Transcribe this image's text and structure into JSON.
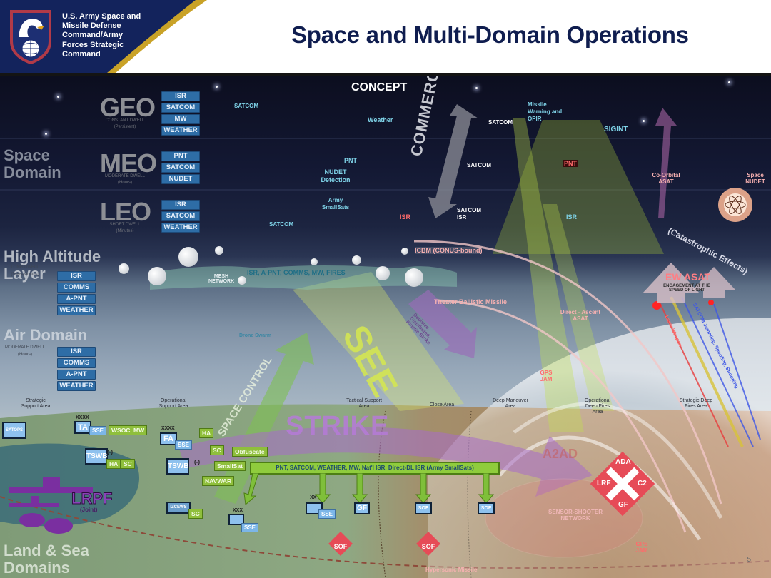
{
  "header": {
    "organization": "U.S. Army Space and Missile Defense Command/Army Forces Strategic Command",
    "title": "Space and Multi-Domain Operations",
    "colors": {
      "banner": "#13235c",
      "gold_stripe": "#c9a227",
      "title": "#0f1d4f"
    }
  },
  "diagram": {
    "heading": "CONCEPT",
    "domains": {
      "space": "Space Domain",
      "high_altitude": "High Altitude Layer",
      "air": "Air Domain",
      "land_sea": "Land & Sea Domains"
    },
    "orbits": [
      {
        "name": "GEO",
        "dwell": "CONSTANT DWELL",
        "note": "(Persistent)",
        "tags": [
          "ISR",
          "SATCOM",
          "MW",
          "WEATHER"
        ]
      },
      {
        "name": "MEO",
        "dwell": "MODERATE DWELL",
        "note": "(Hours)",
        "tags": [
          "PNT",
          "SATCOM",
          "NUDET"
        ]
      },
      {
        "name": "LEO",
        "dwell": "SHORT DWELL",
        "note": "(Minutes)",
        "tags": [
          "ISR",
          "SATCOM",
          "WEATHER"
        ]
      }
    ],
    "high_altitude_layer": {
      "dwell": "LONG DWELL",
      "note": "(Days-Months)",
      "tags": [
        "ISR",
        "COMMS",
        "A-PNT",
        "WEATHER"
      ]
    },
    "air_domain": {
      "dwell": "MODERATE DWELL",
      "note": "(Hours)",
      "tags": [
        "ISR",
        "COMMS",
        "A-PNT",
        "WEATHER"
      ]
    },
    "space_labels": {
      "geo_satcom": "SATCOM",
      "weather": "Weather",
      "satcom_mid": "SATCOM",
      "missile_warning": "Missile Warning and OPIR",
      "sigint": "SIGINT",
      "pnt_meo": "PNT",
      "nudet": "NUDET Detection",
      "meo_satcom": "SATCOM",
      "pnt_adversary": "PNT",
      "co_orbital": "Co-Orbital ASAT",
      "space_nudet": "Space NUDET",
      "catastrophic": "(Catastrophic Effects)",
      "army_smallsats": "Army SmallSats",
      "leo_satcom": "SATCOM",
      "isr_red": "ISR",
      "satcom_isr": "SATCOM ISR",
      "isr_cyan": "ISR",
      "commercial": "COMMERCIAL"
    },
    "air_labels": {
      "mesh_network": "MESH NETWORK",
      "hal_capabilities": "ISR, A-PNT, COMMS, MW, FIRES",
      "drone_swarm": "Drone Swarm",
      "icbm": "ICBM (CONUS-bound)",
      "theater_ballistic": "Theater Ballistic Missile",
      "direct_ascent": "Direct - Ascent ASAT",
      "deep_strike": "Decisive, Distributed, Kinetic Strike",
      "ew_asat": "EW ASAT",
      "ew_asat_sub": "ENGAGEMENT AT THE SPEED OF LIGHT",
      "laser_weapon": "Laser Weapon",
      "satcom_jamming": "SATCOM Jamming, Spoofing, Snooping",
      "gps_jam_air": "GPS JAM",
      "see": "SEE",
      "space_control": "SPACE CONTROL",
      "strike": "STRIKE"
    },
    "areas": [
      "Strategic Support Area",
      "Operational Support Area",
      "Tactical Support Area",
      "Close Area",
      "Deep Maneuver Area",
      "Operational Deep Fires Area",
      "Strategic Deep Fires Area"
    ],
    "units": {
      "satops": "SATOPS",
      "ta": "TA",
      "ta_echelon": "XXXX",
      "fa": "FA",
      "fa_echelon": "XXXX",
      "tswb": "TSWB",
      "tswb_mod": "(-)",
      "izcews": "IZCEWS",
      "sse": "SSE",
      "gf": "GF",
      "sof": "SOF",
      "corps_echelon": "XXX",
      "div_echelon": "XX",
      "lrpf": "LRPF",
      "lrpf_note": "(Joint)"
    },
    "green_tags": {
      "wsoc": "WSOC",
      "mw": "MW",
      "ha1": "HA",
      "sc1": "SC",
      "ha2": "HA",
      "sc2": "SC",
      "obfuscate": "Obfuscate",
      "smallsat": "SmallSat",
      "navwar": "NAVWAR",
      "sc3": "SC"
    },
    "support_bar": "PNT, SATCOM, WEATHER, MW, Nat'l ISR, Direct-DL ISR (Army SmallSats)",
    "threat_cross": {
      "top": "ADA",
      "left": "LRF",
      "right": "C2",
      "bottom": "GF"
    },
    "a2ad": "A2AD",
    "sensor_shooter": "SENSOR-SHOOTER NETWORK",
    "gps_jam_ground": "GPS JAM",
    "hypersonic": "Hypersonic Missile",
    "page_number": "5"
  }
}
